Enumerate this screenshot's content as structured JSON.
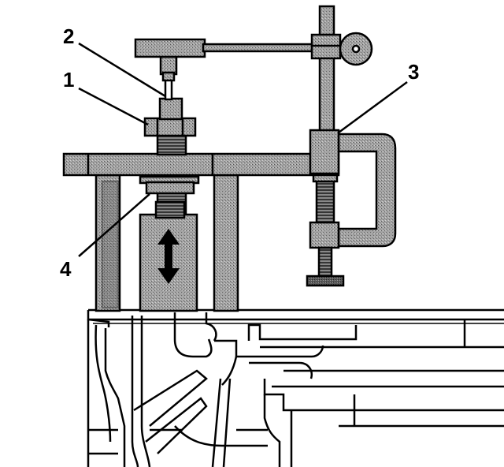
{
  "callouts": [
    {
      "label": "1"
    },
    {
      "label": "2"
    },
    {
      "label": "3"
    },
    {
      "label": "4"
    }
  ],
  "colors": {
    "ink": "#000000",
    "part_fill": "#9a9a9a",
    "background": "#ffffff"
  },
  "icons": {
    "motion": "double-arrow-vertical-icon"
  }
}
